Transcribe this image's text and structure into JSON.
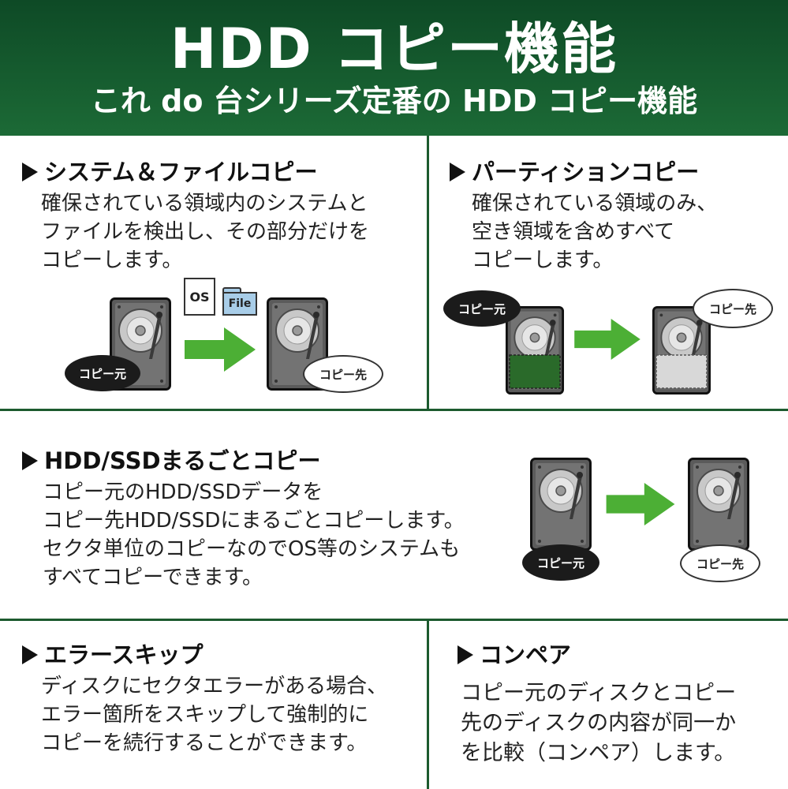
{
  "header": {
    "title": "HDD コピー機能",
    "subtitle": "これ do 台シリーズ定番の HDD コピー機能"
  },
  "sections": {
    "system_file": {
      "title": "システム＆ファイルコピー",
      "text": "確保されている領域内のシステムと\nファイルを検出し、その部分だけを\nコピーします。"
    },
    "partition": {
      "title": "パーティションコピー",
      "text": "確保されている領域のみ、\n空き領域を含めすべて\nコピーします。"
    },
    "whole": {
      "title": "HDD/SSDまるごとコピー",
      "text": "コピー元のHDD/SSDデータを\nコピー先HDD/SSDにまるごとコピーします。\nセクタ単位のコピーなのでOS等のシステムも\nすべてコピーできます。"
    },
    "error_skip": {
      "title": "エラースキップ",
      "text": "ディスクにセクタエラーがある場合、\nエラー箇所をスキップして強制的に\nコピーを続行することができます。"
    },
    "compare": {
      "title": "コンペア",
      "text": "コピー元のディスクとコピー\n先のディスクの内容が同一か\nを比較（コンペア）します。"
    }
  },
  "labels": {
    "source": "コピー元",
    "destination": "コピー先"
  },
  "icons": {
    "os_label": "OS",
    "file_label": "File"
  },
  "colors": {
    "header_green": "#1c6a36",
    "arrow_green": "#4caf35",
    "divider": "#1c5a2e"
  }
}
